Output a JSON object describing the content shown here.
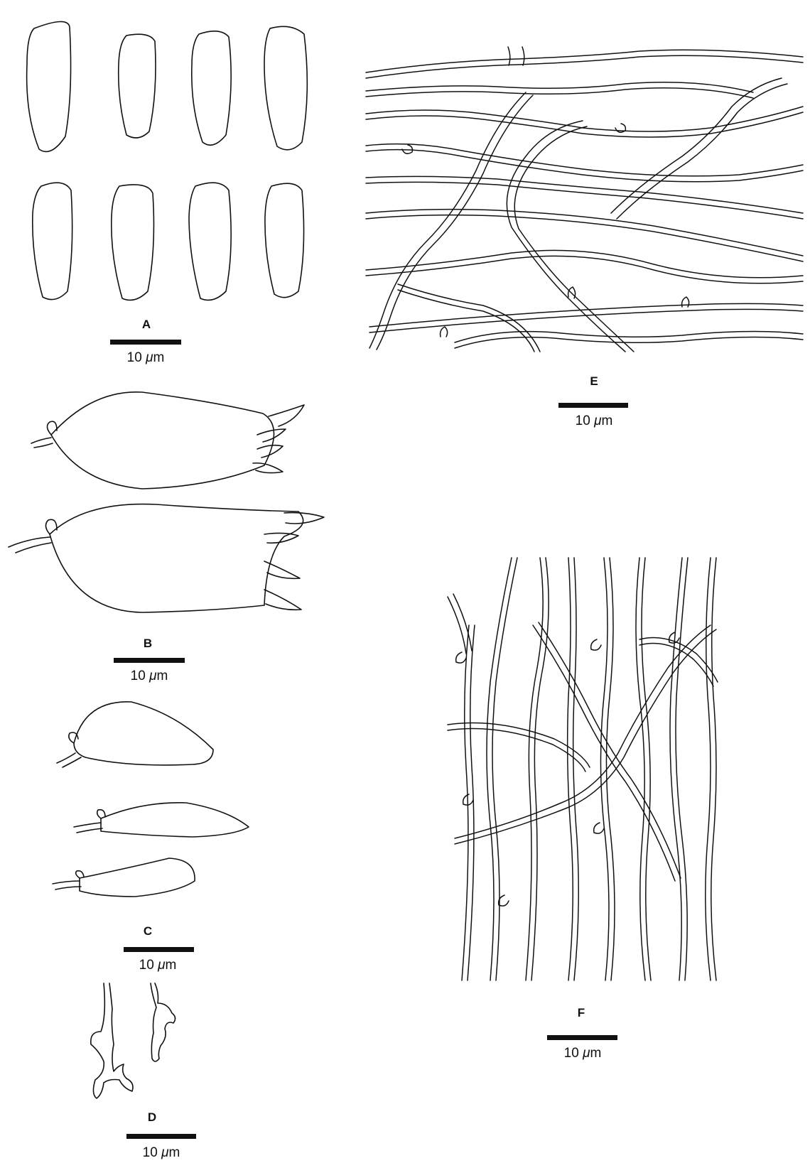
{
  "panels": {
    "A": {
      "letter": "A",
      "scale_value": "10",
      "scale_mu": "μ",
      "scale_m": "m"
    },
    "B": {
      "letter": "B",
      "scale_value": "10",
      "scale_mu": "μ",
      "scale_m": "m"
    },
    "C": {
      "letter": "C",
      "scale_value": "10",
      "scale_mu": "μ",
      "scale_m": "m"
    },
    "D": {
      "letter": "D",
      "scale_value": "10",
      "scale_mu": "μ",
      "scale_m": "m"
    },
    "E": {
      "letter": "E",
      "scale_value": "10",
      "scale_mu": "μ",
      "scale_m": "m"
    },
    "F": {
      "letter": "F",
      "scale_value": "10",
      "scale_mu": "μ",
      "scale_m": "m"
    }
  }
}
